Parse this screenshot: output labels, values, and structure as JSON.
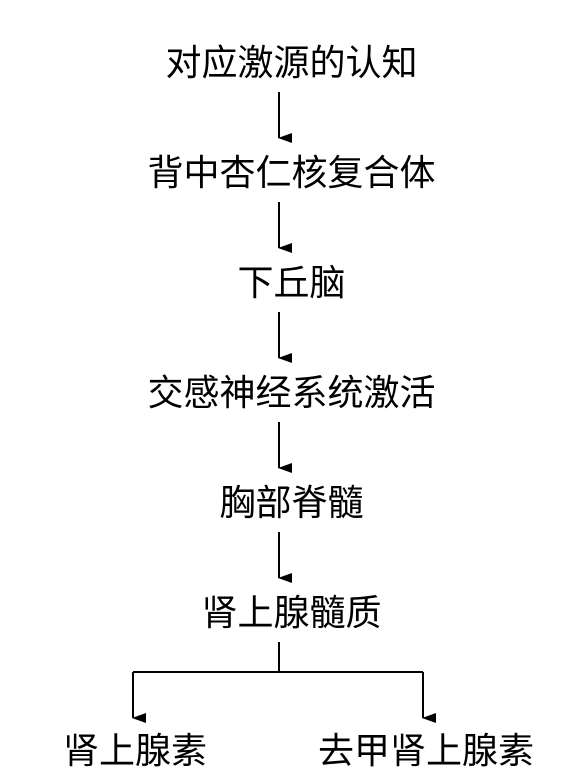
{
  "flowchart": {
    "nodes": [
      "对应激源的认知",
      "背中杏仁核复合体",
      "下丘脑",
      "交感神经系统激活",
      "胸部脊髓",
      "肾上腺髓质"
    ],
    "branches": [
      "肾上腺素",
      "去甲肾上腺素"
    ]
  },
  "colors": {
    "line": "#000000",
    "text": "#000000",
    "background": "#ffffff"
  }
}
